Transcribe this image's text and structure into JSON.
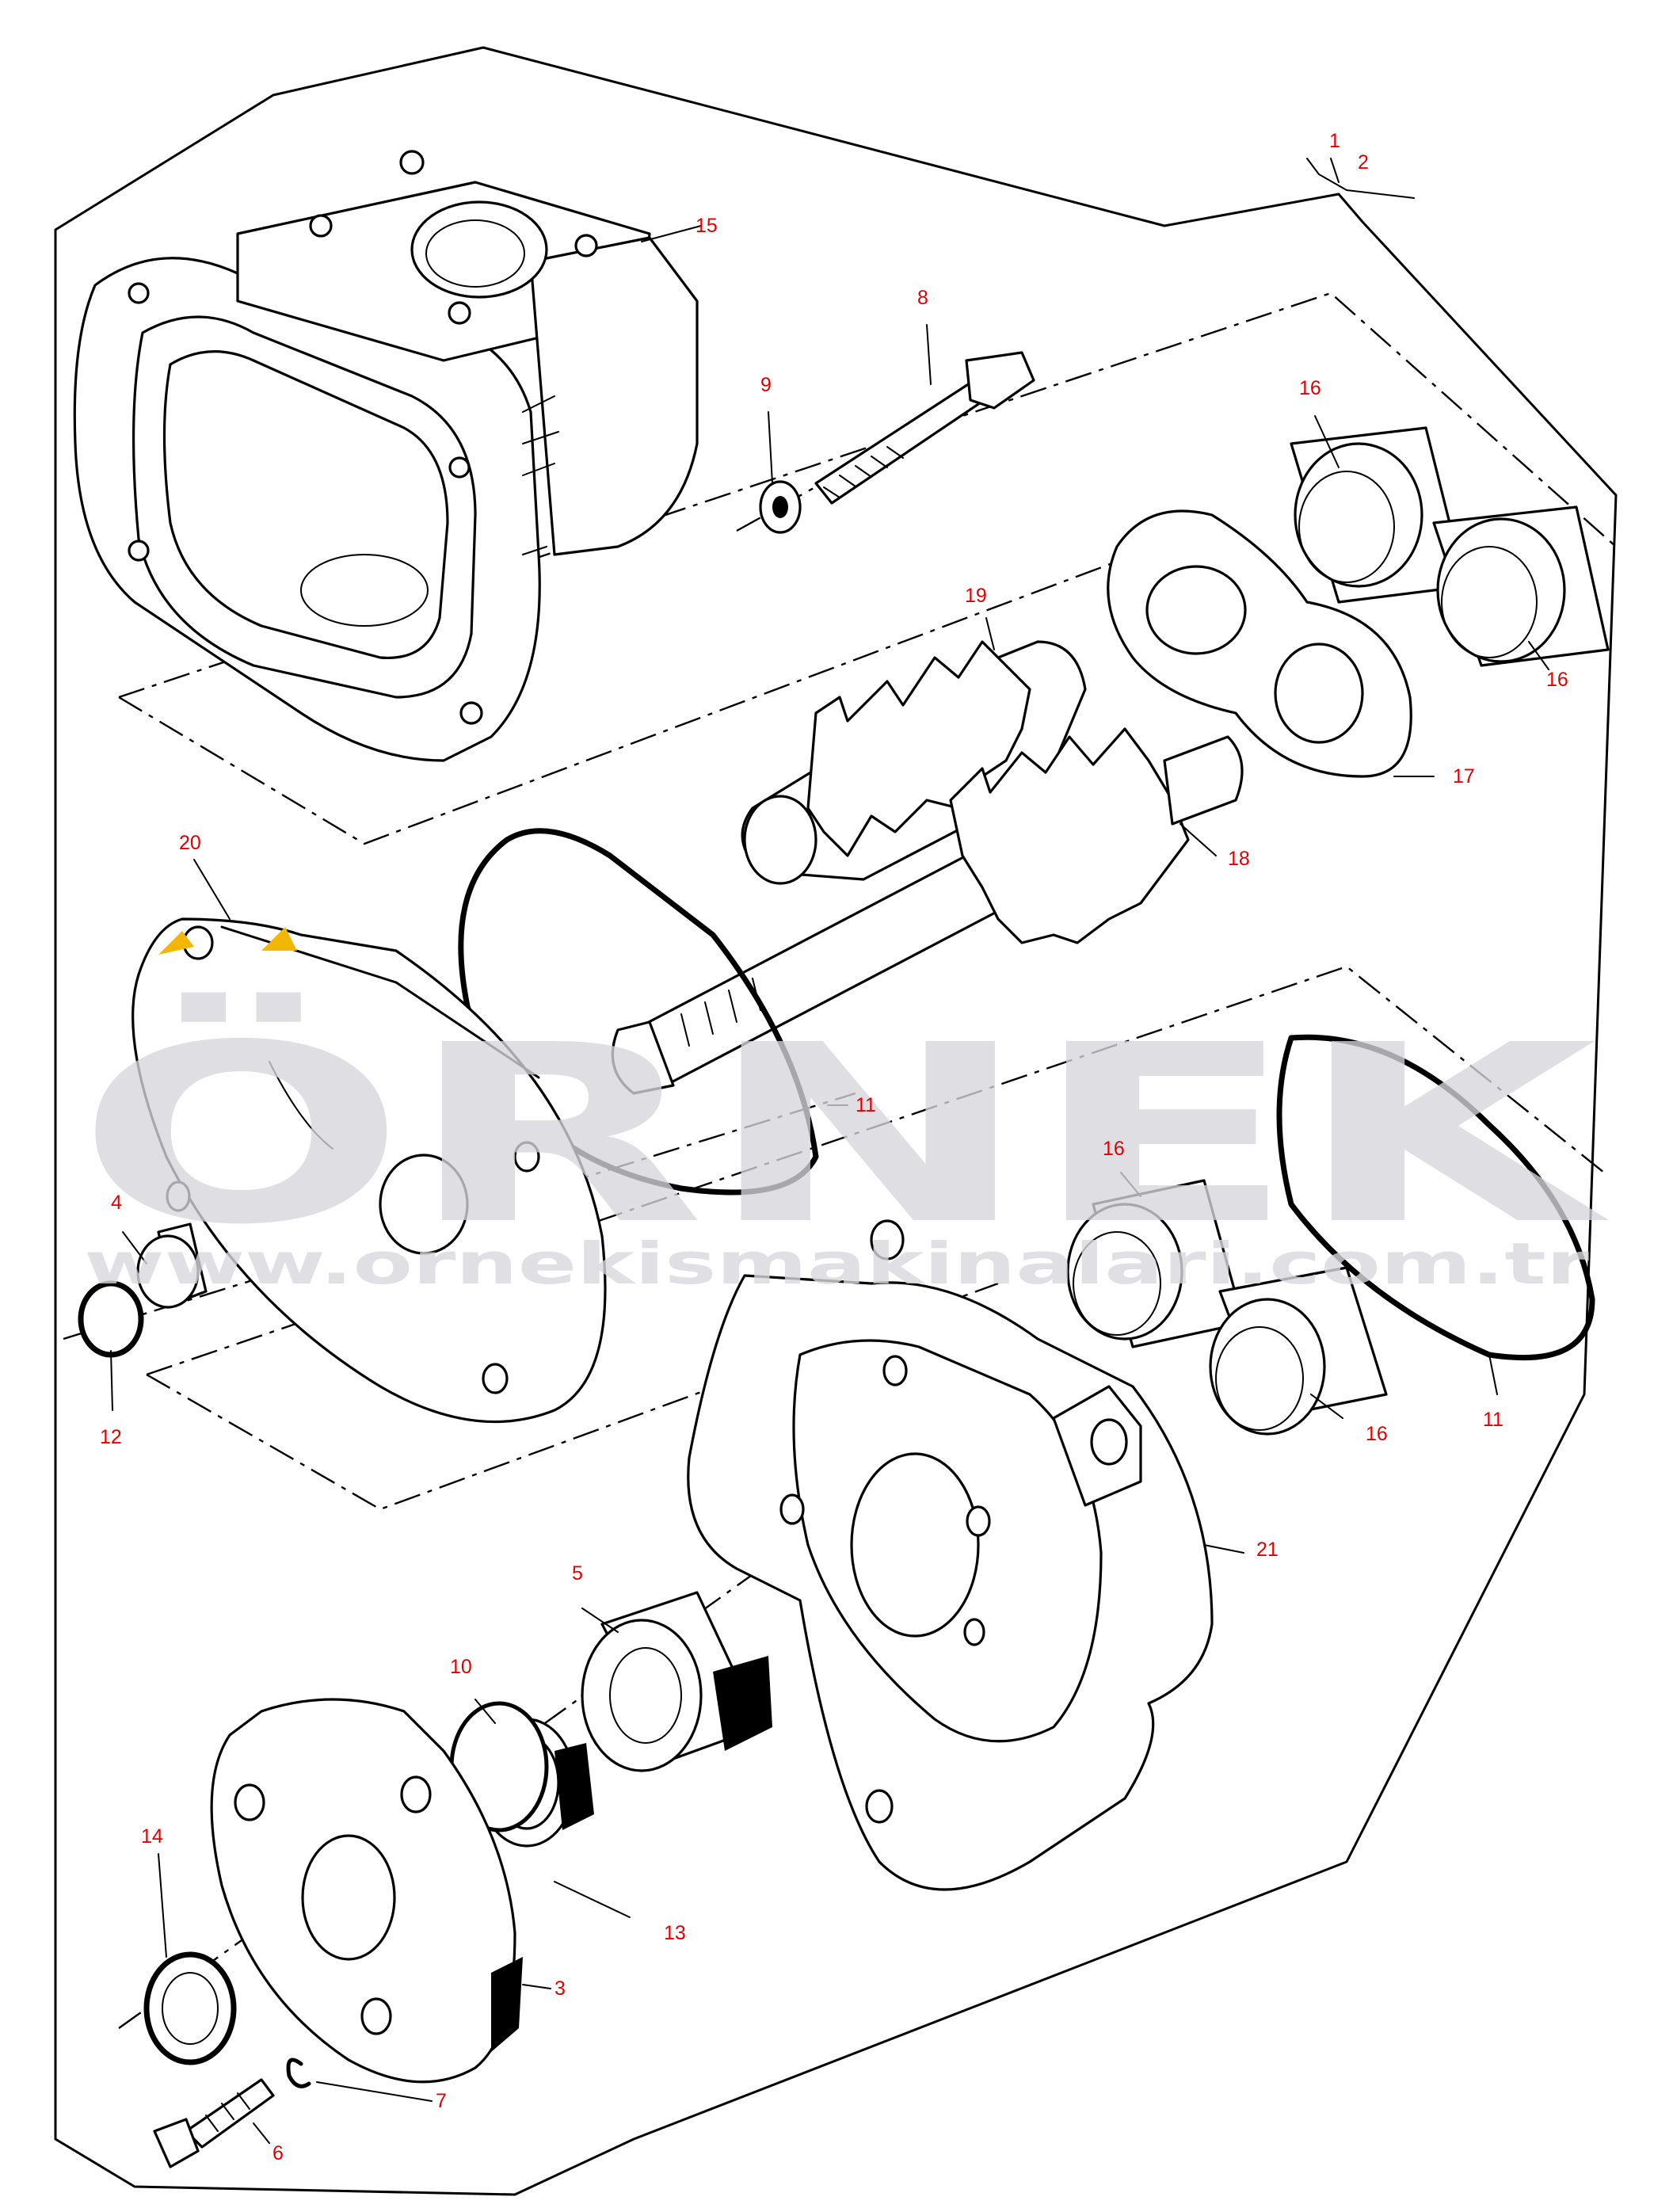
{
  "diagram": {
    "callouts": [
      {
        "id": "c1",
        "text": "1"
      },
      {
        "id": "c2",
        "text": "2"
      },
      {
        "id": "c3",
        "text": "3"
      },
      {
        "id": "c4",
        "text": "4"
      },
      {
        "id": "c5",
        "text": "5"
      },
      {
        "id": "c6",
        "text": "6"
      },
      {
        "id": "c7",
        "text": "7"
      },
      {
        "id": "c8",
        "text": "8"
      },
      {
        "id": "c9",
        "text": "9"
      },
      {
        "id": "c10",
        "text": "10"
      },
      {
        "id": "c11a",
        "text": "11"
      },
      {
        "id": "c11b",
        "text": "11"
      },
      {
        "id": "c12",
        "text": "12"
      },
      {
        "id": "c13",
        "text": "13"
      },
      {
        "id": "c14",
        "text": "14"
      },
      {
        "id": "c15",
        "text": "15"
      },
      {
        "id": "c16a",
        "text": "16"
      },
      {
        "id": "c16b",
        "text": "16"
      },
      {
        "id": "c16c",
        "text": "16"
      },
      {
        "id": "c16d",
        "text": "16"
      },
      {
        "id": "c17",
        "text": "17"
      },
      {
        "id": "c18",
        "text": "18"
      },
      {
        "id": "c19",
        "text": "19"
      },
      {
        "id": "c20",
        "text": "20"
      },
      {
        "id": "c21",
        "text": "21"
      }
    ]
  },
  "watermark": {
    "brand": "ÖRNEK",
    "url": "www.ornekismakinalari.com.tr",
    "accent_color": "#f2b705",
    "text_color": "#d7d7dc"
  },
  "colors": {
    "callout": "#e00000",
    "line": "#000000",
    "background": "#ffffff"
  }
}
